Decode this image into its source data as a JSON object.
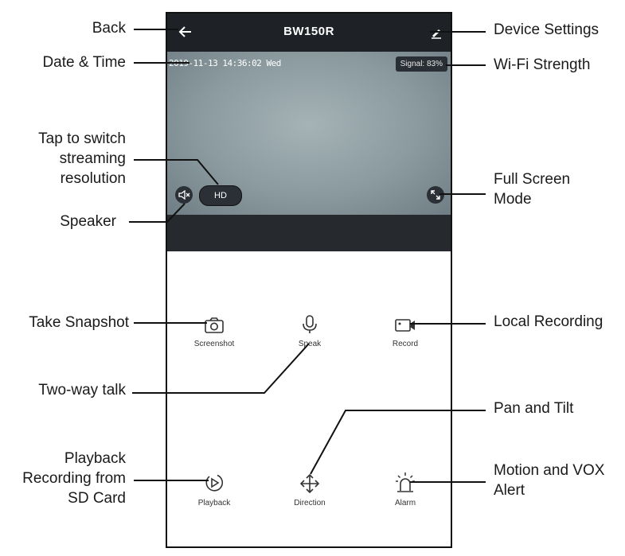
{
  "header": {
    "title": "BW150R"
  },
  "video": {
    "datetime": "2019-11-13 14:36:02 Wed",
    "signal": "Signal: 83%",
    "resolution_label": "HD"
  },
  "controls": [
    {
      "id": "screenshot",
      "label": "Screenshot",
      "icon": "camera-icon"
    },
    {
      "id": "speak",
      "label": "Speak",
      "icon": "microphone-icon"
    },
    {
      "id": "record",
      "label": "Record",
      "icon": "video-camera-icon"
    },
    {
      "id": "playback",
      "label": "Playback",
      "icon": "playback-icon"
    },
    {
      "id": "direction",
      "label": "Direction",
      "icon": "move-arrows-icon"
    },
    {
      "id": "alarm",
      "label": "Alarm",
      "icon": "alarm-siren-icon"
    }
  ],
  "callouts": {
    "back": "Back",
    "date_time": "Date & Time",
    "resolution": [
      "Tap to switch",
      "streaming",
      "resolution"
    ],
    "speaker": "Speaker",
    "snapshot": "Take Snapshot",
    "two_way": "Two-way talk",
    "playback": [
      "Playback",
      "Recording from",
      "SD Card"
    ],
    "device_settings": "Device Settings",
    "wifi": "Wi-Fi Strength",
    "fullscreen": [
      "Full Screen",
      "Mode"
    ],
    "local_recording": "Local Recording",
    "pan_tilt": "Pan and Tilt",
    "motion": [
      "Motion and VOX",
      "Alert"
    ]
  },
  "colors": {
    "topbar": "#1e2227",
    "video": "#8b9a9f",
    "strip": "#26292d"
  }
}
